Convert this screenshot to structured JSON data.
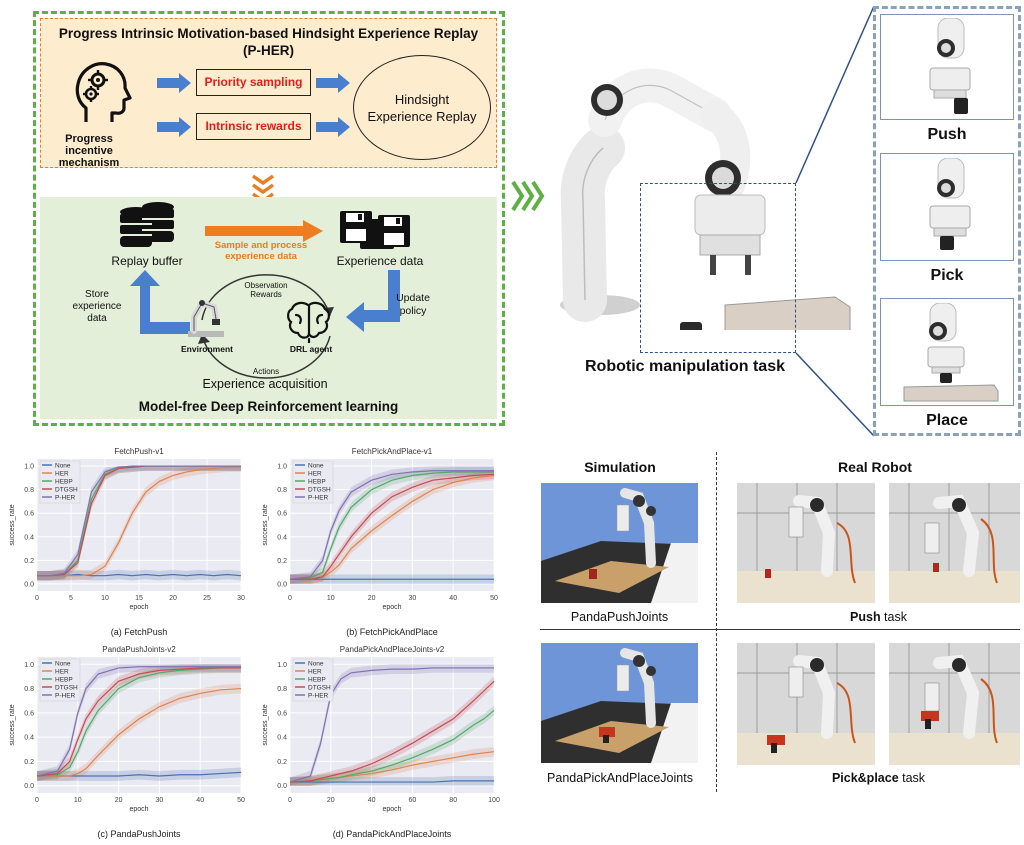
{
  "framework": {
    "title_line1": "Progress Intrinsic Motivation-based Hindsight Experience Replay",
    "title_line2": "(P-HER)",
    "mechanism": "Progress incentive mechanism",
    "priority": "Priority sampling",
    "intrinsic": "Intrinsic rewards",
    "her": "Hindsight Experience Replay",
    "replay_buffer": "Replay buffer",
    "sample_process": "Sample and process experience data",
    "experience_data": "Experience data",
    "store": "Store experience data",
    "update": "Update policy",
    "observation": "Observation",
    "rewards": "Rewards",
    "actions": "Actions",
    "environment": "Environment",
    "agent": "DRL agent",
    "acquisition": "Experience acquisition",
    "mfdrl": "Model-free Deep Reinforcement learning"
  },
  "robot_section": {
    "task_label": "Robotic manipulation task",
    "subtasks": [
      "Push",
      "Pick",
      "Place"
    ]
  },
  "colors": {
    "orange_panel": "#fdeccd",
    "green_panel": "#e3efd8",
    "green_dash": "#5db043",
    "arrow_blue": "#4a7fd0",
    "arrow_orange": "#ee7d22",
    "accent_red": "#e0201c",
    "navy_dash": "#2f4f8f"
  },
  "chart_data": [
    {
      "type": "line",
      "title": "FetchPush-v1",
      "caption": "(a) FetchPush",
      "xlabel": "epoch",
      "ylabel": "success_rate",
      "xlim": [
        0,
        30
      ],
      "ylim": [
        0,
        1.0
      ],
      "xticks": [
        "0",
        "5",
        "10",
        "15",
        "20",
        "25",
        "30"
      ],
      "yticks": [
        "0.0",
        "0.2",
        "0.4",
        "0.6",
        "0.8",
        "1.0"
      ],
      "legend_position": "top-left",
      "x": [
        0,
        2,
        4,
        6,
        8,
        10,
        12,
        14,
        16,
        18,
        20,
        22,
        24,
        26,
        28,
        30
      ],
      "series": [
        {
          "name": "None",
          "color": "#4c72b0",
          "values": [
            0.07,
            0.07,
            0.07,
            0.08,
            0.07,
            0.07,
            0.08,
            0.07,
            0.08,
            0.07,
            0.08,
            0.07,
            0.08,
            0.07,
            0.08,
            0.07
          ]
        },
        {
          "name": "HER",
          "color": "#dd8452",
          "values": [
            0.07,
            0.07,
            0.07,
            0.07,
            0.08,
            0.15,
            0.35,
            0.6,
            0.78,
            0.87,
            0.92,
            0.95,
            0.97,
            0.98,
            0.99,
            0.99
          ]
        },
        {
          "name": "HEBP",
          "color": "#55a868",
          "values": [
            0.07,
            0.07,
            0.08,
            0.2,
            0.72,
            0.93,
            0.98,
            0.99,
            1.0,
            1.0,
            1.0,
            1.0,
            1.0,
            1.0,
            1.0,
            1.0
          ]
        },
        {
          "name": "DTGSH",
          "color": "#c44e52",
          "values": [
            0.07,
            0.07,
            0.08,
            0.18,
            0.68,
            0.92,
            0.98,
            0.99,
            1.0,
            1.0,
            1.0,
            1.0,
            1.0,
            1.0,
            1.0,
            1.0
          ]
        },
        {
          "name": "P-HER",
          "color": "#8172b3",
          "values": [
            0.07,
            0.07,
            0.09,
            0.25,
            0.78,
            0.95,
            0.99,
            1.0,
            1.0,
            1.0,
            1.0,
            1.0,
            1.0,
            1.0,
            1.0,
            1.0
          ]
        }
      ]
    },
    {
      "type": "line",
      "title": "FetchPickAndPlace-v1",
      "caption": "(b) FetchPickAndPlace",
      "xlabel": "epoch",
      "ylabel": "success_rate",
      "xlim": [
        0,
        50
      ],
      "ylim": [
        0,
        1.0
      ],
      "xticks": [
        "0",
        "10",
        "20",
        "30",
        "40",
        "50"
      ],
      "yticks": [
        "0.0",
        "0.2",
        "0.4",
        "0.6",
        "0.8",
        "1.0"
      ],
      "legend_position": "top-left",
      "x": [
        0,
        5,
        8,
        10,
        12,
        15,
        20,
        25,
        30,
        35,
        40,
        45,
        50
      ],
      "series": [
        {
          "name": "None",
          "color": "#4c72b0",
          "values": [
            0.04,
            0.04,
            0.04,
            0.04,
            0.04,
            0.04,
            0.04,
            0.04,
            0.04,
            0.04,
            0.04,
            0.04,
            0.04
          ]
        },
        {
          "name": "HER",
          "color": "#dd8452",
          "values": [
            0.04,
            0.04,
            0.06,
            0.1,
            0.16,
            0.3,
            0.45,
            0.58,
            0.7,
            0.8,
            0.86,
            0.9,
            0.92
          ]
        },
        {
          "name": "HEBP",
          "color": "#55a868",
          "values": [
            0.04,
            0.05,
            0.1,
            0.3,
            0.48,
            0.65,
            0.8,
            0.88,
            0.92,
            0.94,
            0.95,
            0.95,
            0.95
          ]
        },
        {
          "name": "DTGSH",
          "color": "#c44e52",
          "values": [
            0.04,
            0.04,
            0.06,
            0.15,
            0.25,
            0.4,
            0.6,
            0.74,
            0.82,
            0.88,
            0.9,
            0.92,
            0.93
          ]
        },
        {
          "name": "P-HER",
          "color": "#8172b3",
          "values": [
            0.04,
            0.06,
            0.2,
            0.45,
            0.62,
            0.78,
            0.88,
            0.93,
            0.95,
            0.96,
            0.96,
            0.96,
            0.96
          ]
        }
      ]
    },
    {
      "type": "line",
      "title": "PandaPushJoints-v2",
      "caption": "(c) PandaPushJoints",
      "xlabel": "epoch",
      "ylabel": "success_rate",
      "xlim": [
        0,
        50
      ],
      "ylim": [
        0,
        1.0
      ],
      "xticks": [
        "0",
        "10",
        "20",
        "30",
        "40",
        "50"
      ],
      "yticks": [
        "0.0",
        "0.2",
        "0.4",
        "0.6",
        "0.8",
        "1.0"
      ],
      "legend_position": "top-left",
      "x": [
        0,
        5,
        8,
        10,
        12,
        15,
        20,
        25,
        30,
        35,
        40,
        45,
        50
      ],
      "series": [
        {
          "name": "None",
          "color": "#4c72b0",
          "values": [
            0.08,
            0.08,
            0.08,
            0.08,
            0.08,
            0.08,
            0.08,
            0.09,
            0.08,
            0.09,
            0.09,
            0.1,
            0.11
          ]
        },
        {
          "name": "HER",
          "color": "#dd8452",
          "values": [
            0.08,
            0.08,
            0.08,
            0.1,
            0.14,
            0.25,
            0.42,
            0.55,
            0.65,
            0.72,
            0.76,
            0.79,
            0.8
          ]
        },
        {
          "name": "HEBP",
          "color": "#55a868",
          "values": [
            0.08,
            0.09,
            0.15,
            0.28,
            0.45,
            0.62,
            0.8,
            0.89,
            0.93,
            0.95,
            0.96,
            0.97,
            0.97
          ]
        },
        {
          "name": "DTGSH",
          "color": "#c44e52",
          "values": [
            0.08,
            0.1,
            0.2,
            0.38,
            0.55,
            0.7,
            0.86,
            0.92,
            0.95,
            0.96,
            0.97,
            0.97,
            0.97
          ]
        },
        {
          "name": "P-HER",
          "color": "#8172b3",
          "values": [
            0.08,
            0.12,
            0.3,
            0.6,
            0.8,
            0.92,
            0.97,
            0.98,
            0.98,
            0.98,
            0.98,
            0.98,
            0.98
          ]
        }
      ]
    },
    {
      "type": "line",
      "title": "PandaPickAndPlaceJoints-v2",
      "caption": "(d) PandaPickAndPlaceJoints",
      "xlabel": "epoch",
      "ylabel": "success_rate",
      "xlim": [
        0,
        100
      ],
      "ylim": [
        0,
        1.0
      ],
      "xticks": [
        "0",
        "20",
        "40",
        "60",
        "80",
        "100"
      ],
      "yticks": [
        "0.0",
        "0.2",
        "0.4",
        "0.6",
        "0.8",
        "1.0"
      ],
      "legend_position": "top-left",
      "x": [
        0,
        10,
        15,
        20,
        25,
        30,
        40,
        50,
        60,
        70,
        80,
        90,
        95,
        100
      ],
      "series": [
        {
          "name": "None",
          "color": "#4c72b0",
          "values": [
            0.03,
            0.03,
            0.03,
            0.03,
            0.03,
            0.03,
            0.03,
            0.03,
            0.03,
            0.03,
            0.04,
            0.04,
            0.04,
            0.04
          ]
        },
        {
          "name": "HER",
          "color": "#dd8452",
          "values": [
            0.03,
            0.04,
            0.05,
            0.06,
            0.07,
            0.08,
            0.1,
            0.13,
            0.17,
            0.2,
            0.23,
            0.26,
            0.27,
            0.28
          ]
        },
        {
          "name": "HEBP",
          "color": "#55a868",
          "values": [
            0.03,
            0.04,
            0.05,
            0.06,
            0.07,
            0.09,
            0.12,
            0.17,
            0.23,
            0.3,
            0.38,
            0.5,
            0.55,
            0.62
          ]
        },
        {
          "name": "DTGSH",
          "color": "#c44e52",
          "values": [
            0.03,
            0.04,
            0.06,
            0.08,
            0.1,
            0.12,
            0.18,
            0.26,
            0.35,
            0.45,
            0.55,
            0.7,
            0.78,
            0.86
          ]
        },
        {
          "name": "P-HER",
          "color": "#8172b3",
          "values": [
            0.03,
            0.08,
            0.35,
            0.75,
            0.88,
            0.93,
            0.95,
            0.96,
            0.96,
            0.97,
            0.97,
            0.97,
            0.97,
            0.97
          ]
        }
      ]
    }
  ],
  "comparison": {
    "simulation": "Simulation",
    "real_robot": "Real Robot",
    "push_joints": "PandaPushJoints",
    "pick_joints": "PandaPickAndPlaceJoints",
    "push_bold": "Push",
    "push_rest": " task",
    "pick_bold": "Pick&place",
    "pick_rest": " task"
  }
}
